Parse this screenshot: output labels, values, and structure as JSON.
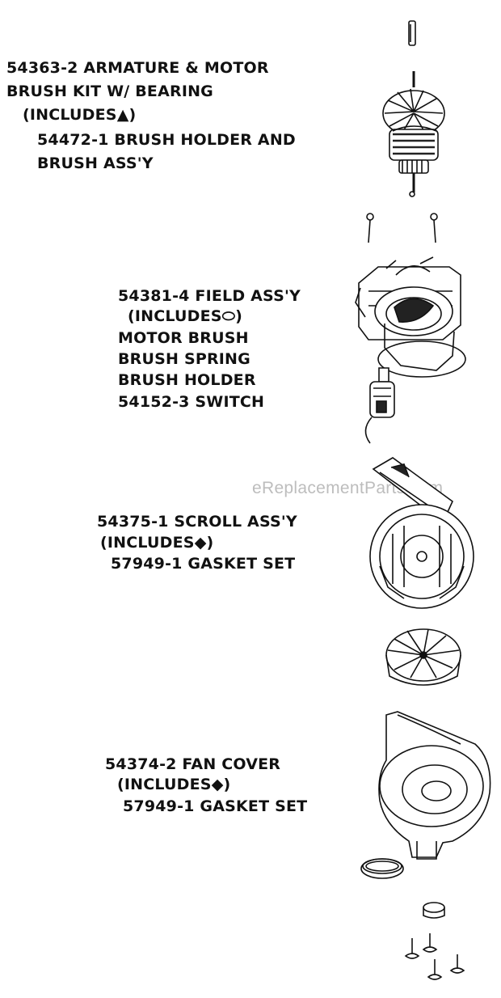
{
  "watermark": "eReplacementParts.com",
  "groups": [
    {
      "lines": [
        "54363-2 ARMATURE & MOTOR",
        "BRUSH KIT W/ BEARING",
        "(INCLUDES▲)",
        "54472-1 BRUSH HOLDER AND",
        "BRUSH ASS'Y"
      ]
    },
    {
      "lines": [
        "54381-4 FIELD ASS'Y",
        "(INCLUDES⬭)",
        "MOTOR BRUSH",
        "BRUSH SPRING",
        "BRUSH HOLDER",
        "54152-3 SWITCH"
      ]
    },
    {
      "lines": [
        "54375-1 SCROLL ASS'Y",
        "(INCLUDES◆)",
        "57949-1 GASKET SET"
      ]
    },
    {
      "lines": [
        "54374-2 FAN COVER",
        "(INCLUDES◆)",
        "57949-1 GASKET SET"
      ]
    }
  ]
}
